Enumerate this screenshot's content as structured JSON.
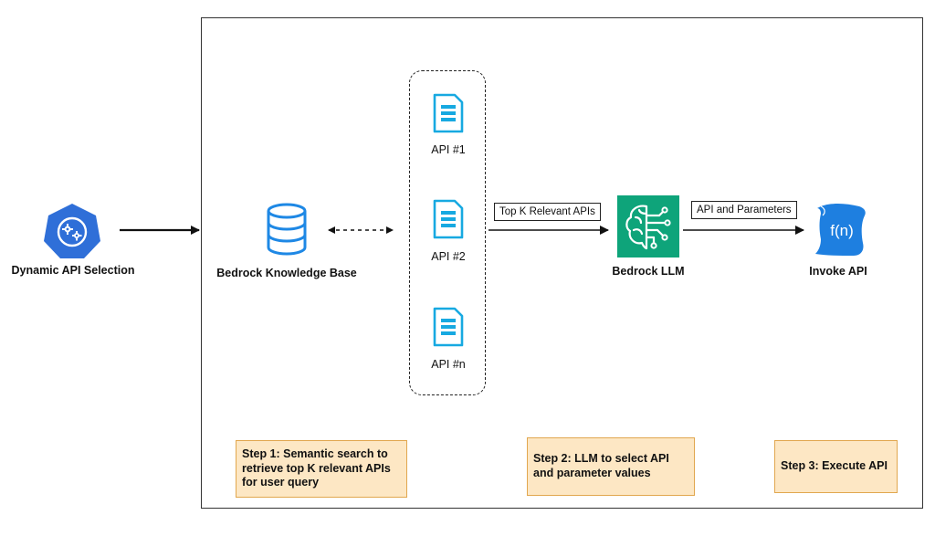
{
  "nodes": {
    "dynamic_selection": "Dynamic API Selection",
    "knowledge_base": "Bedrock Knowledge Base",
    "api_1": "API #1",
    "api_2": "API #2",
    "api_n": "API #n",
    "llm": "Bedrock LLM",
    "invoke": "Invoke API",
    "invoke_glyph": "f(n)"
  },
  "edges": {
    "top_k": "Top K Relevant APIs",
    "api_params": "API and Parameters"
  },
  "steps": {
    "step1": "Step 1: Semantic search to retrieve top K relevant APIs for user query",
    "step2": "Step 2: LLM to select API and parameter values",
    "step3": "Step 3: Execute API"
  },
  "colors": {
    "selection_icon": "#2f6fd8",
    "database_icon": "#1e88e5",
    "document_icon": "#17a9e1",
    "llm_icon": "#0ea47a",
    "invoke_icon": "#1e7fe0",
    "step_fill": "#fde7c4",
    "step_border": "#e1a74f"
  },
  "icons": {
    "selection": "hexagon-gear-icon",
    "knowledge_base": "database-icon",
    "api_doc": "document-icon",
    "llm": "brain-circuit-icon",
    "invoke": "scroll-function-icon"
  }
}
